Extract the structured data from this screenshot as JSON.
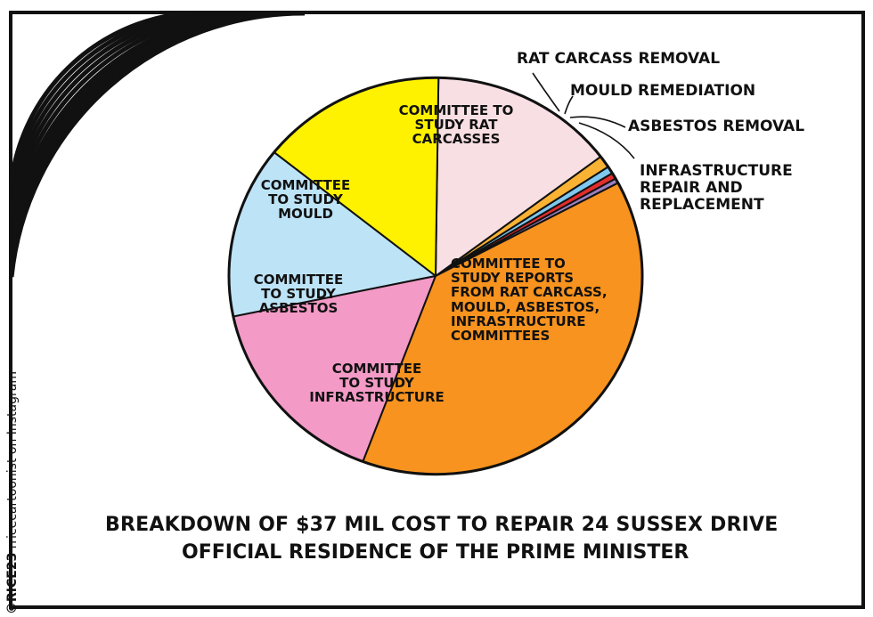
{
  "chart_data": {
    "type": "pie",
    "slices": [
      {
        "label": "COMMITTEE TO STUDY RAT CARCASSES",
        "value": 14.5,
        "color": "#f8dfe3"
      },
      {
        "label": "COMMITTEE TO STUDY MOULD",
        "value": 14.5,
        "color": "#fff200"
      },
      {
        "label": "COMMITTEE TO STUDY ASBESTOS",
        "value": 14.0,
        "color": "#bde3f7"
      },
      {
        "label": "COMMITTEE TO STUDY INFRASTRUCTURE",
        "value": 16.0,
        "color": "#f39ac6"
      },
      {
        "label": "COMMITTEE TO STUDY REPORTS FROM RAT CARCASS, MOULD, ASBESTOS, INFRASTRUCTURE COMMITTEES",
        "value": 38.5,
        "color": "#f7931e"
      },
      {
        "label": "INFRASTRUCTURE REPAIR AND REPLACEMENT",
        "value": 1.0,
        "color": "#f9b233"
      },
      {
        "label": "ASBESTOS REMOVAL",
        "value": 0.6,
        "color": "#7fc8ef"
      },
      {
        "label": "MOULD REMEDIATION",
        "value": 0.5,
        "color": "#e32d2d"
      },
      {
        "label": "RAT CARCASS REMOVAL",
        "value": 0.4,
        "color": "#9b7fbf"
      }
    ],
    "title": "BREAKDOWN OF $37 MIL COST TO REPAIR 24 SUSSEX DRIVE",
    "subtitle": "OFFICIAL RESIDENCE OF THE PRIME MINISTER"
  },
  "slice_labels": {
    "rat_carcasses": "COMMITTEE TO\nSTUDY RAT\nCARCASSES",
    "mould": "COMMITTEE\nTO STUDY\nMOULD",
    "asbestos": "COMMITTEE\nTO STUDY\nASBESTOS",
    "infrastructure": "COMMITTEE\nTO STUDY\nINFRASTRUCTURE",
    "reports": "COMMITTEE TO\nSTUDY REPORTS\nFROM RAT CARCASS,\nMOULD, ASBESTOS,\nINFRASTRUCTURE\nCOMMITTEES"
  },
  "callouts": {
    "rat_removal": "RAT CARCASS REMOVAL",
    "mould_remediation": "MOULD REMEDIATION",
    "asbestos_removal": "ASBESTOS REMOVAL",
    "infrastructure_repair": "INFRASTRUCTURE\nREPAIR AND\nREPLACEMENT"
  },
  "credit": {
    "signature": "©RICE23",
    "handle": "rricecartoonist on Instagram"
  },
  "colors": {
    "frame": "#111111",
    "background": "#ffffff"
  }
}
